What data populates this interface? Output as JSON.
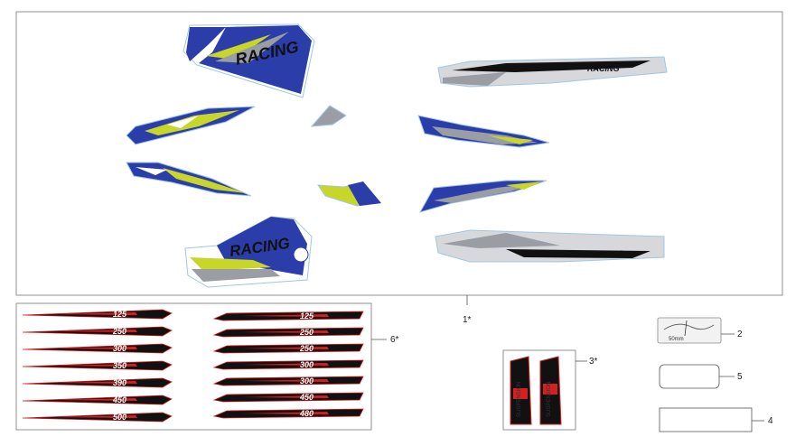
{
  "callouts": {
    "main_kit": "1*",
    "tape": "2",
    "fork_decals": "3*",
    "blank_rect_large": "4",
    "blank_rect_rounded": "5",
    "displacement_decals": "6*"
  },
  "tape_label": "50mm",
  "decal_brand": "RACING",
  "left_displacement": [
    "125",
    "250",
    "300",
    "350",
    "390",
    "450",
    "500"
  ],
  "right_displacement": [
    "125",
    "250",
    "250",
    "300",
    "300",
    "450",
    "480"
  ],
  "fork_text": "SUSPENSION",
  "colors": {
    "blue": "#2b3da8",
    "lime": "#c8d62a",
    "gray": "#9a9da3",
    "red": "#d42020",
    "black": "#111111"
  }
}
